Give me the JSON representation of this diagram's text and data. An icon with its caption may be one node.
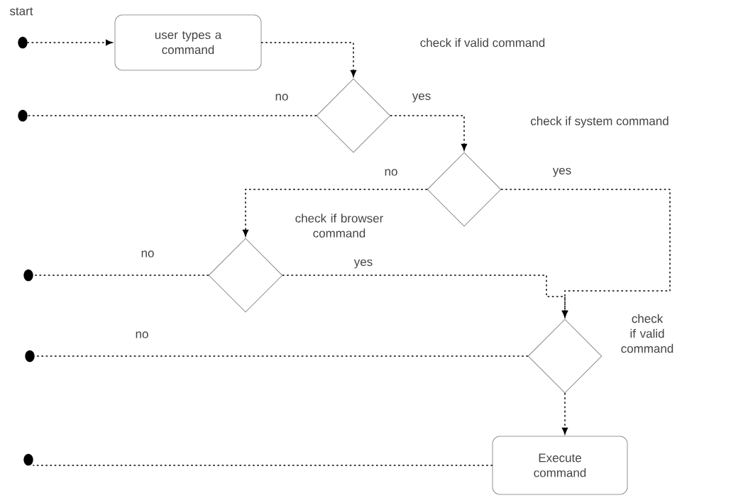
{
  "diagram": {
    "nodes": [
      {
        "text": [],
        "shape": "circle",
        "beside": [
          "start"
        ]
      },
      {
        "text": [
          "user types a command"
        ]
      },
      {
        "text": [],
        "shape": "diamond",
        "beside": [
          "check if valid command"
        ]
      },
      {
        "text": [],
        "shape": "circle"
      },
      {
        "text": [],
        "shape": "diamond",
        "beside": [
          "check if system command"
        ]
      },
      {
        "text": [],
        "shape": "diamond",
        "beside": [
          "check if browser command"
        ]
      },
      {
        "text": [],
        "shape": "circle"
      },
      {
        "text": [],
        "shape": "diamond",
        "beside": [
          "check if valid command"
        ]
      },
      {
        "text": [],
        "shape": "circle"
      },
      {
        "text": [
          "Execute command"
        ]
      },
      {
        "text": [],
        "shape": "circle"
      }
    ],
    "edges": [
      {
        "from": 0,
        "to": 1,
        "arrow": "to"
      },
      {
        "from": 1,
        "to": 2,
        "arrow": "to"
      },
      {
        "from": 2,
        "to": 3,
        "arrow": "none",
        "label": "no"
      },
      {
        "from": 2,
        "to": 4,
        "arrow": "to",
        "label": "yes"
      },
      {
        "from": 4,
        "to": 5,
        "arrow": "to",
        "label": "no"
      },
      {
        "from": 4,
        "to": 7,
        "arrow": "to",
        "label": "yes"
      },
      {
        "from": 5,
        "to": 6,
        "arrow": "none",
        "label": "no"
      },
      {
        "from": 5,
        "to": 7,
        "arrow": "to",
        "label": "yes"
      },
      {
        "from": 7,
        "to": 8,
        "arrow": "none",
        "label": "no"
      },
      {
        "from": 7,
        "to": 9,
        "arrow": "to"
      },
      {
        "from": 9,
        "to": 10,
        "arrow": "none"
      }
    ]
  }
}
